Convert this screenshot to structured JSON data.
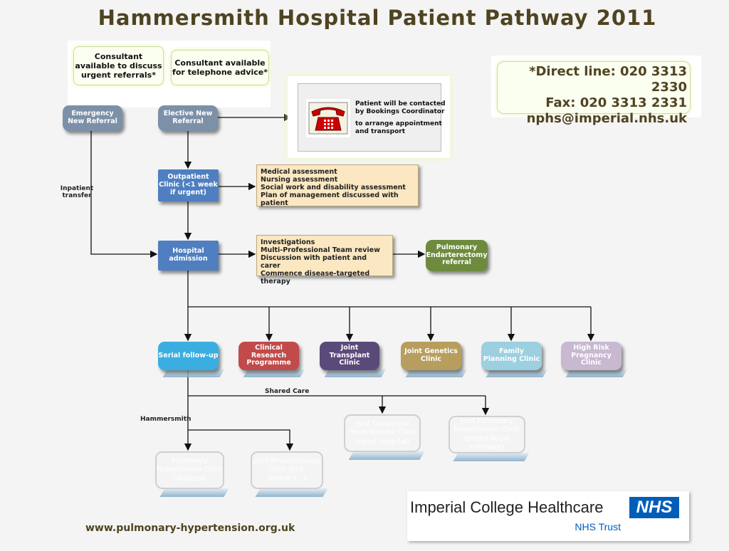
{
  "title": "Hammersmith Hospital Patient Pathway 2011",
  "callouts": [
    "Consultant available to discuss urgent referrals*",
    "Consultant available for telephone advice*"
  ],
  "nodes": {
    "emergency": "Emergency New Referral",
    "elective": "Elective New Referral",
    "outpatient": "Outpatient Clinic (<1 week if urgent)",
    "admission": "Hospital admission",
    "pulmonary_endarterectomy": "Pulmonary Endarterectomy referral",
    "serial": "Serial follow-up",
    "clinical_research": "Clinical Research Programme",
    "joint_transplant": "Joint Transplant Clinic",
    "joint_genetics": "Joint Genetics Clinic",
    "family_planning": "Family Planning Clinic",
    "high_risk": "High Risk Pregnancy Clinic"
  },
  "phone_box": {
    "line1": "Patient will be contacted by Bookings Coordinator",
    "line2": "to arrange appointment and transport"
  },
  "contact": {
    "direct": "*Direct line: 020 3313 2330",
    "fax": "Fax: 020 3313 2331",
    "email": "nphs@imperial.nhs.uk"
  },
  "outpatient_notes": [
    "Medical assessment",
    "Nursing assessment",
    "Social work and disability assessment",
    "Plan of management discussed with patient"
  ],
  "admission_notes": [
    "Investigations",
    "Multi-Professional Team review",
    "Discussion with patient and carer",
    "Commence disease-targeted therapy"
  ],
  "labels": {
    "inpatient": "Inpatient transfer",
    "shared": "Shared Care",
    "hammersmith": "Hammersmith"
  },
  "faint_nodes": [
    "Pulmonary Hypertension Clinic / Daycase",
    "Joint Rheumatology Clinic (SLE, Behcet's...)",
    "Joint Congenital Heart Disease Clinic (Heart Hospital)",
    "Joint Pulmonary Hypertension Clinic (Bristol Royal Infirmary)"
  ],
  "footer": {
    "url": "www.pulmonary-hypertension.org.uk",
    "logo_text": "Imperial College Healthcare",
    "logo_badge": "NHS",
    "logo_sub": "NHS Trust"
  }
}
